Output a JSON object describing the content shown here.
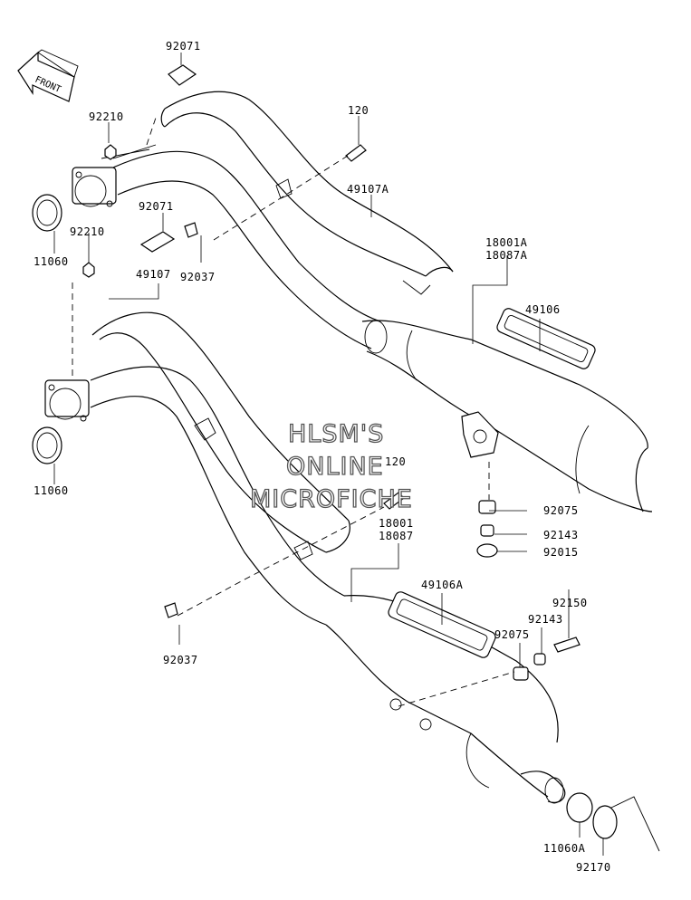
{
  "front_indicator": "FRONT",
  "watermark": [
    "HLSM'S",
    "ONLINE",
    "MICROFICHE"
  ],
  "part_labels": {
    "p92071_top": "92071",
    "p92210_top": "92210",
    "p120_top": "120",
    "p49107A": "49107A",
    "p92071_mid": "92071",
    "p92210_mid": "92210",
    "p11060_top": "11060",
    "p92037_top": "92037",
    "p49107": "49107",
    "p18001A": "18001A",
    "p18087A": "18087A",
    "p49106": "49106",
    "p11060_mid": "11060",
    "p120_mid": "120",
    "p92075_top": "92075",
    "p92143_top": "92143",
    "p92015": "92015",
    "p18001": "18001",
    "p18087": "18087",
    "p49106A": "49106A",
    "p92150": "92150",
    "p92143_bot": "92143",
    "p92075_bot": "92075",
    "p92037_bot": "92037",
    "p11060A": "11060A",
    "p92170": "92170"
  }
}
